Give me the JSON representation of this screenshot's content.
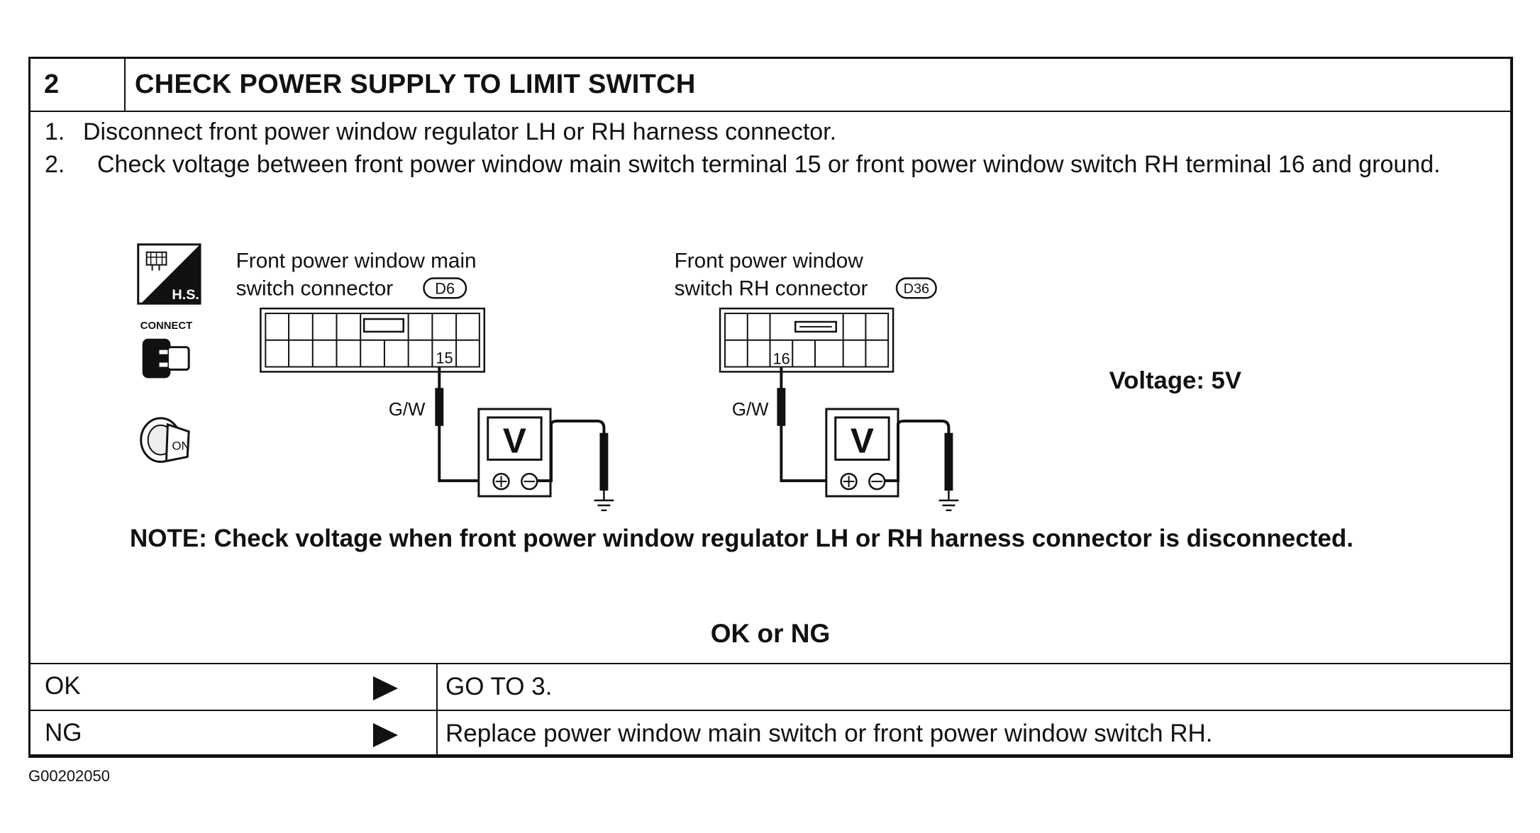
{
  "header": {
    "step_number": "2",
    "title": "CHECK POWER SUPPLY TO LIMIT SWITCH"
  },
  "steps": [
    {
      "num": "1.",
      "text": "Disconnect front power window regulator LH or RH harness connector."
    },
    {
      "num": "2.",
      "text": "Check voltage between front power window main switch terminal 15 or front power window switch RH terminal 16 and ground."
    }
  ],
  "side_icons": {
    "hs_label": "H.S.",
    "connect_label": "CONNECT",
    "ignition_label": "ON",
    "icons": [
      "harness-side-icon",
      "connect-icon",
      "ignition-on-icon"
    ]
  },
  "connector_left": {
    "label_line1": "Front power window main",
    "label_line2": "switch connector",
    "connector_id": "D6",
    "terminal": "15",
    "wire": "G/W",
    "meter": "V"
  },
  "connector_right": {
    "label_line1": "Front power window",
    "label_line2": "switch RH connector",
    "connector_id": "D36",
    "terminal": "16",
    "wire": "G/W",
    "meter": "V"
  },
  "voltage_spec": "Voltage: 5V",
  "note": "NOTE: Check voltage when front power window regulator LH or RH harness connector is disconnected.",
  "result_title": "OK or NG",
  "results": [
    {
      "label": "OK",
      "action": "GO TO 3."
    },
    {
      "label": "NG",
      "action": "Replace power window main switch or front power window switch RH."
    }
  ],
  "figure_code": "G00202050"
}
